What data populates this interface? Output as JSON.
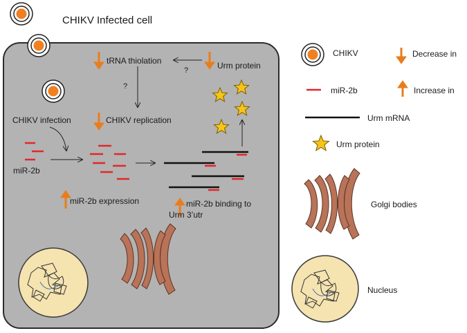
{
  "title": "CHIKV Infected cell",
  "cell": {
    "tRNA_thiolation": "tRNA thiolation",
    "urm_protein": "Urm protein",
    "question_1": "?",
    "question_2": "?",
    "chikv_infection": "CHIKV infection",
    "chikv_replication": "CHIKV replication",
    "mir2b": "miR-2b",
    "mir2b_expression": "miR-2b expression",
    "binding_line1": "miR-2b  binding to",
    "binding_line2": "Urm 3’utr"
  },
  "legend": {
    "chikv": "CHIKV",
    "decrease": "Decrease in",
    "mir2b": "miR-2b",
    "increase": "Increase in",
    "urm_mrna": "Urm mRNA",
    "urm_protein": "Urm protein",
    "golgi": "Golgi bodies",
    "nucleus": "Nucleus"
  },
  "colors": {
    "cell_fill": "#b3b3b3",
    "arrow_orange": "#e87d1e",
    "mirna_red": "#e3262b",
    "golgi_brown": "#b87358",
    "nucleus_fill": "#f5e3b0",
    "star_yellow": "#f5c518",
    "virus_orange": "#f08020"
  },
  "icons": [
    "virus-icon",
    "decrease-arrow-icon",
    "increase-arrow-icon",
    "star-icon",
    "golgi-icon",
    "nucleus-icon"
  ]
}
